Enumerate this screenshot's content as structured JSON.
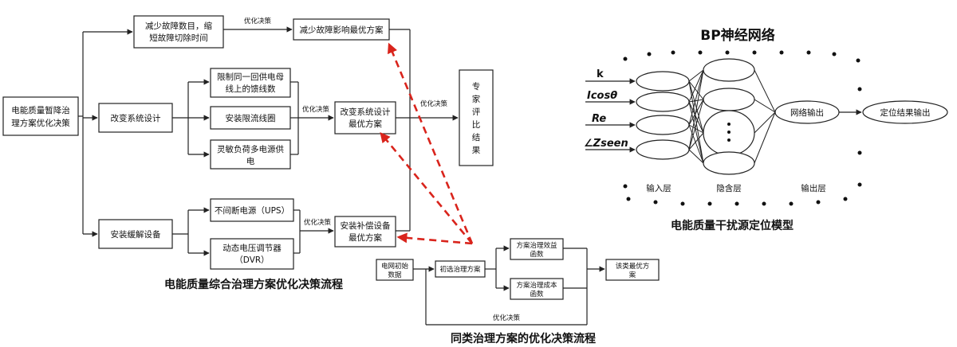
{
  "flow": {
    "root": [
      "电能质量暂降治",
      "理方案优化决策"
    ],
    "branch1_box": [
      "减少故障数目，缩",
      "短故障切除时间"
    ],
    "branch1_label": "优化决策",
    "branch1_result": "减少故障影响最优方案",
    "branch2_box": "改变系统设计",
    "branch2_opt1": [
      "限制同一回供电母",
      "线上的馈线数"
    ],
    "branch2_opt2": "安装限流线圈",
    "branch2_opt3": [
      "灵敏负荷多电源供",
      "电"
    ],
    "branch2_label": "优化决策",
    "branch2_result": [
      "改变系统设计",
      "最优方案"
    ],
    "branch3_box": "安装缓解设备",
    "branch3_opt1": "不间断电源（UPS）",
    "branch3_opt2": [
      "动态电压调节器",
      "（DVR）"
    ],
    "branch3_label": "优化决策",
    "branch3_result": [
      "安装补偿设备",
      "最优方案"
    ],
    "final_label": "优化决策",
    "expert": [
      "专",
      "家",
      "评",
      "比",
      "结",
      "果"
    ],
    "caption": "电能质量综合治理方案优化决策流程"
  },
  "subflow": {
    "input": [
      "电网初始",
      "数据"
    ],
    "initial": "初选治理方案",
    "func1": [
      "方案治理效益",
      "函数"
    ],
    "func2": [
      "方案治理成本",
      "函数"
    ],
    "best": [
      "该类最优方",
      "案"
    ],
    "loop_label": "优化决策",
    "caption": "同类治理方案的优化决策流程"
  },
  "bp": {
    "title": "BP神经网络",
    "inputs": [
      "k",
      "Icosθ",
      "Re",
      "∠Zseen"
    ],
    "output_node": "网络输出",
    "result": "定位结果输出",
    "layer_input": "输入层",
    "layer_hidden": "隐含层",
    "layer_output": "输出层",
    "caption": "电能质量干扰源定位模型"
  }
}
